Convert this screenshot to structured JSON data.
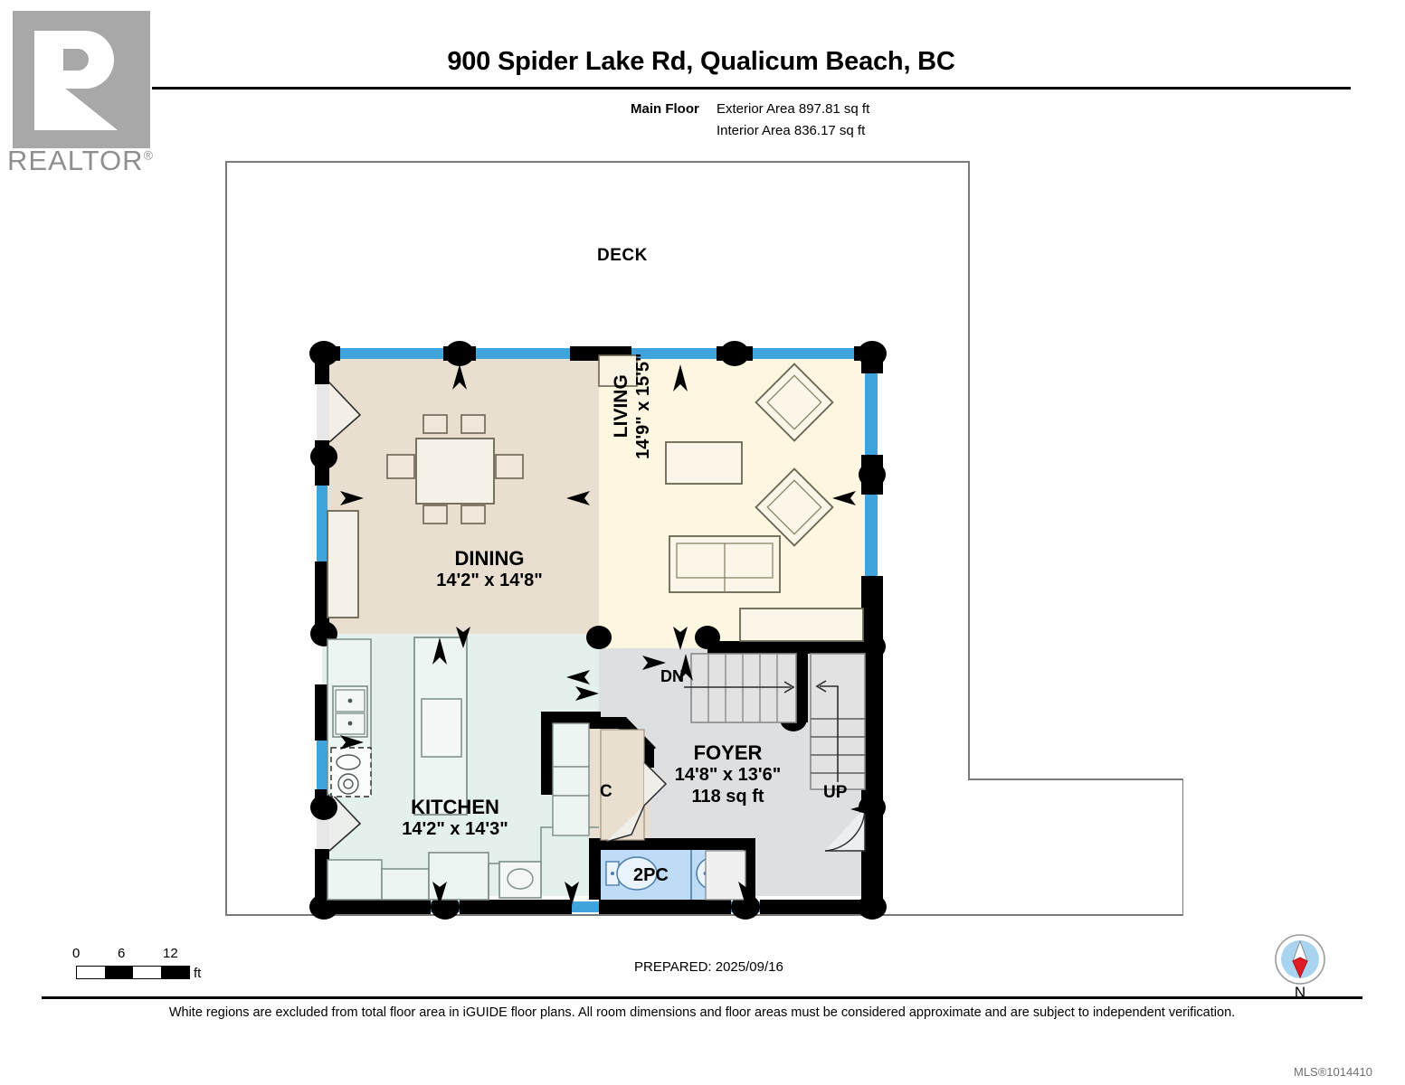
{
  "logo": {
    "word": "REALTOR",
    "registered": "®",
    "mark_color": "#a8a8a8"
  },
  "header": {
    "title": "900 Spider Lake Rd, Qualicum Beach, BC",
    "floor_label": "Main Floor",
    "exterior_area": "Exterior Area 897.81 sq ft",
    "interior_area": "Interior Area 836.17 sq ft"
  },
  "plan": {
    "deck_label": "DECK",
    "rooms": [
      {
        "name": "DINING",
        "dimensions": "14'2\" x 14'8\"",
        "area": "",
        "fill": "#e9dfd1"
      },
      {
        "name": "LIVING",
        "dimensions": "14'9\" x 15'5\"",
        "area": "",
        "fill": "#fdf6e1"
      },
      {
        "name": "KITCHEN",
        "dimensions": "14'2\" x 14'3\"",
        "area": "",
        "fill": "#e3f0ec"
      },
      {
        "name": "FOYER",
        "dimensions": "14'8\" x 13'6\"",
        "area": "118 sq ft",
        "fill": "#dddfe1"
      }
    ],
    "bath_label": "2PC",
    "closet_label": "C",
    "stairs_down_label": "DN",
    "stairs_up_label": "UP",
    "colors": {
      "wall": "#000000",
      "window": "#3fa3dc",
      "bath_fill": "#bedcf6",
      "closet_fill": "#e9dfd1",
      "stair_fill": "#dddfe1",
      "furniture_stroke": "#6b6552"
    }
  },
  "scale": {
    "ticks": [
      "0",
      "6",
      "12"
    ],
    "unit": "ft"
  },
  "prepared": "PREPARED: 2025/09/16",
  "compass": {
    "label": "N",
    "dial_color": "#a8d4ef",
    "needle_color": "#e01b24"
  },
  "footer": {
    "disclaimer": "White regions are excluded from total floor area in iGUIDE floor plans. All room dimensions and floor areas must be considered approximate and are subject to independent verification.",
    "mls": "MLS®1014410"
  }
}
